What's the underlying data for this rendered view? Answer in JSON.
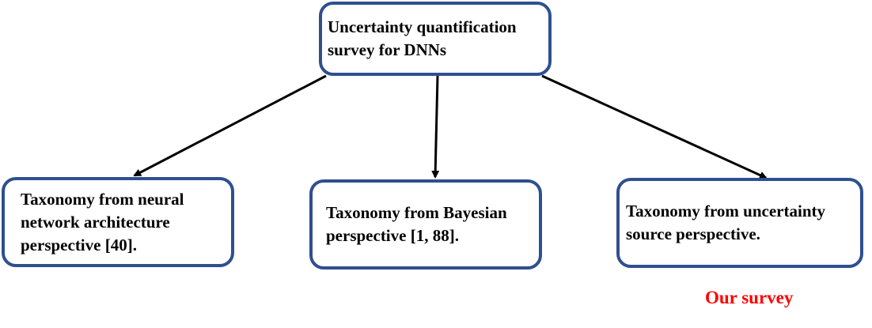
{
  "nodes": {
    "root": {
      "lines": [
        "Uncertainty quantification",
        "survey for DNNs"
      ]
    },
    "left": {
      "lines": [
        "Taxonomy from neural",
        "network architecture",
        "perspective [40]."
      ]
    },
    "middle": {
      "lines": [
        "Taxonomy from Bayesian",
        "perspective [1, 88]."
      ]
    },
    "right": {
      "lines": [
        "Taxonomy from uncertainty",
        "source perspective."
      ]
    }
  },
  "highlight_label": "Our survey",
  "colors": {
    "box_border": "#2f4f8f",
    "arrow": "#000000",
    "highlight": "#ff0000"
  },
  "edges": [
    {
      "from": "root",
      "to": "left"
    },
    {
      "from": "root",
      "to": "middle"
    },
    {
      "from": "root",
      "to": "right"
    }
  ]
}
